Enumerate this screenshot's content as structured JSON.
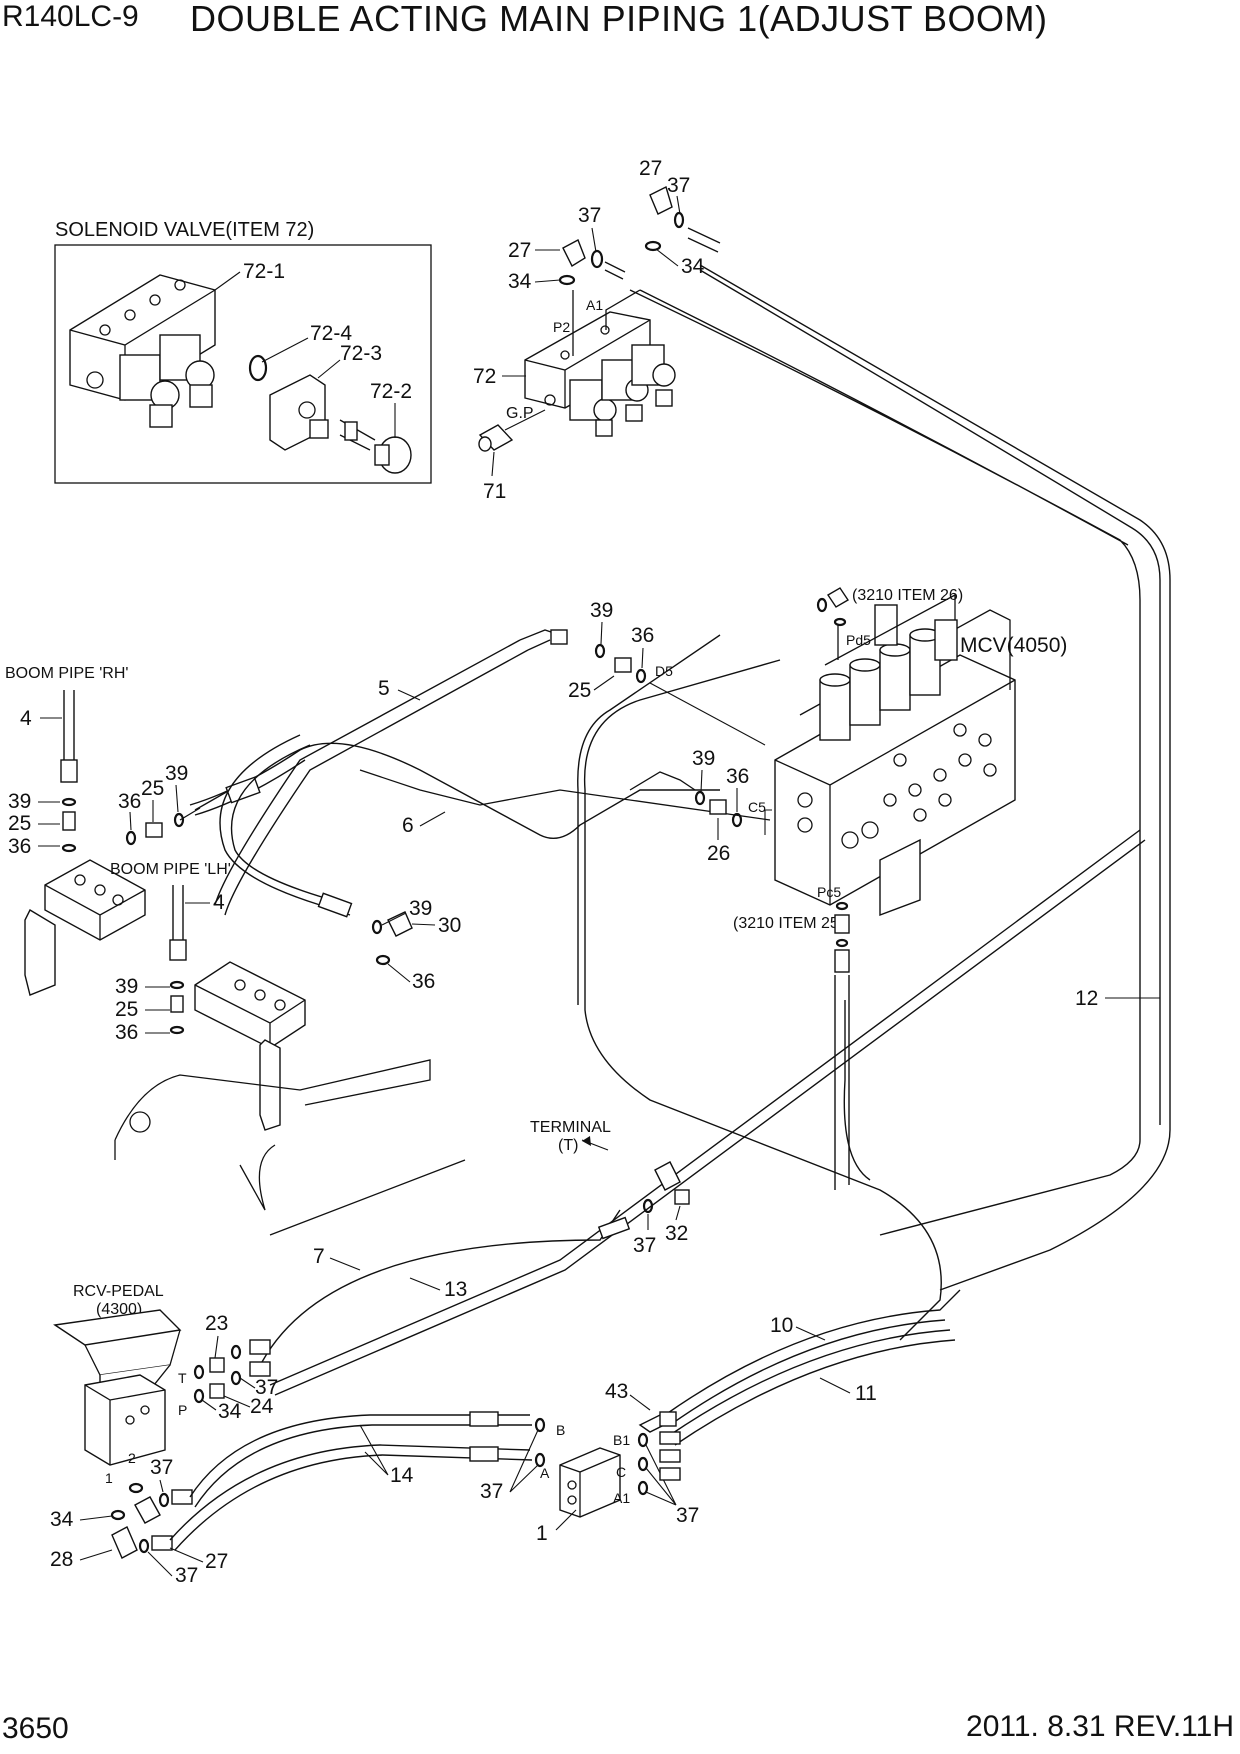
{
  "header": {
    "model": "R140LC-9",
    "title": "DOUBLE ACTING MAIN PIPING 1(ADJUST BOOM)"
  },
  "footer": {
    "page_number": "3650",
    "revision": "2011. 8.31 REV.11H"
  },
  "inset": {
    "title": "SOLENOID VALVE(ITEM 72)",
    "callouts": [
      "72-1",
      "72-4",
      "72-3",
      "72-2"
    ]
  },
  "labels": {
    "boom_pipe_rh": "BOOM PIPE 'RH'",
    "boom_pipe_lh": "BOOM PIPE 'LH'",
    "mcv": "MCV(4050)",
    "ref_item26": "(3210 ITEM 26)",
    "ref_item25": "(3210 ITEM 25)",
    "terminal": "TERMINAL",
    "terminal_t": "(T)",
    "rcv_pedal": "RCV-PEDAL",
    "rcv_pedal_code": "(4300)"
  },
  "ports": {
    "a1_top": "A1",
    "p2": "P2",
    "gp": "G.P",
    "d5": "D5",
    "pd5": "Pd5",
    "c5": "C5",
    "pc5": "Pc5",
    "t": "T",
    "p": "P",
    "one": "1",
    "two": "2",
    "b": "B",
    "a": "A",
    "b1": "B1",
    "c": "C",
    "a1_bottom": "A1"
  },
  "callouts": {
    "c27a": "27",
    "c37a": "37",
    "c37b": "37",
    "c27b": "27",
    "c34a": "34",
    "c34b": "34",
    "c72": "72",
    "c71": "71",
    "c39a": "39",
    "c36a": "36",
    "c25a": "25",
    "c5": "5",
    "c4a": "4",
    "c39b": "39",
    "c25b": "25",
    "c36b": "36",
    "c36c": "36",
    "c25c": "25",
    "c39c": "39",
    "c6": "6",
    "c39d": "39",
    "c36d": "36",
    "c26": "26",
    "c39e": "39",
    "c30": "30",
    "c36e": "36",
    "c4b": "4",
    "c39f": "39",
    "c25d": "25",
    "c36f": "36",
    "c12": "12",
    "c37c": "37",
    "c32": "32",
    "c7": "7",
    "c13": "13",
    "c23": "23",
    "c37d": "37",
    "c34c": "34",
    "c24": "24",
    "c10": "10",
    "c43": "43",
    "c11": "11",
    "c37e": "37",
    "c14": "14",
    "c37f": "37",
    "c1": "1",
    "c37g": "37",
    "c34d": "34",
    "c28": "28",
    "c27c": "27",
    "c37h": "37"
  }
}
